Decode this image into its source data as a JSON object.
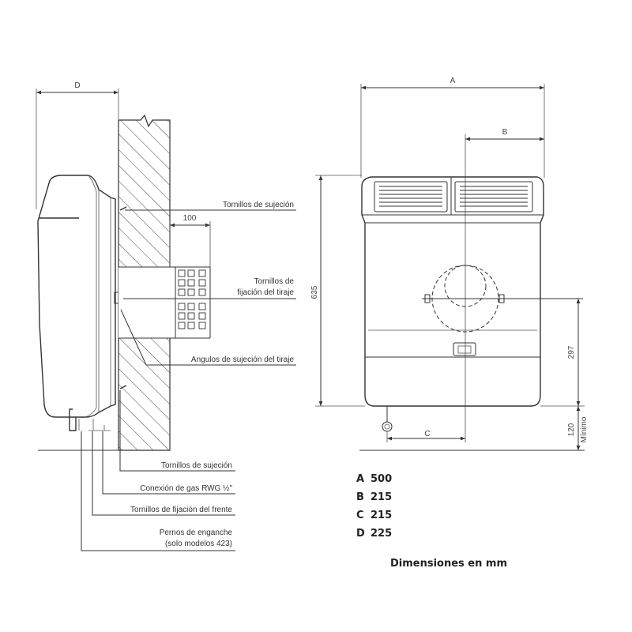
{
  "side_view": {
    "dim_depth": "D",
    "dim_offset": "100",
    "callouts": {
      "tornillos_sujecion_top": "Tornillos de sujeción",
      "tornillos_fijacion_tiraje_1": "Tornillos de",
      "tornillos_fijacion_tiraje_2": "fijación del tiraje",
      "angulos_sujecion": "Angulos de sujeción del tiraje",
      "tornillos_sujecion_bottom": "Tornillos de sujeción",
      "conexion_gas": "Conexión de gas RWG ½\"",
      "tornillos_frente": "Tornillos de fijación del frente",
      "pernos_1": "Pernos de enganche",
      "pernos_2": "(solo modelos 423)"
    }
  },
  "front_view": {
    "dim_width": "A",
    "dim_b": "B",
    "dim_c": "C",
    "dim_height": "635",
    "dim_297": "297",
    "dim_120": "120",
    "dim_minimo": "Mínimo"
  },
  "legend": [
    {
      "key": "A",
      "value": "500"
    },
    {
      "key": "B",
      "value": "215"
    },
    {
      "key": "C",
      "value": "215"
    },
    {
      "key": "D",
      "value": "225"
    }
  ],
  "caption": "Dimensiones en mm"
}
